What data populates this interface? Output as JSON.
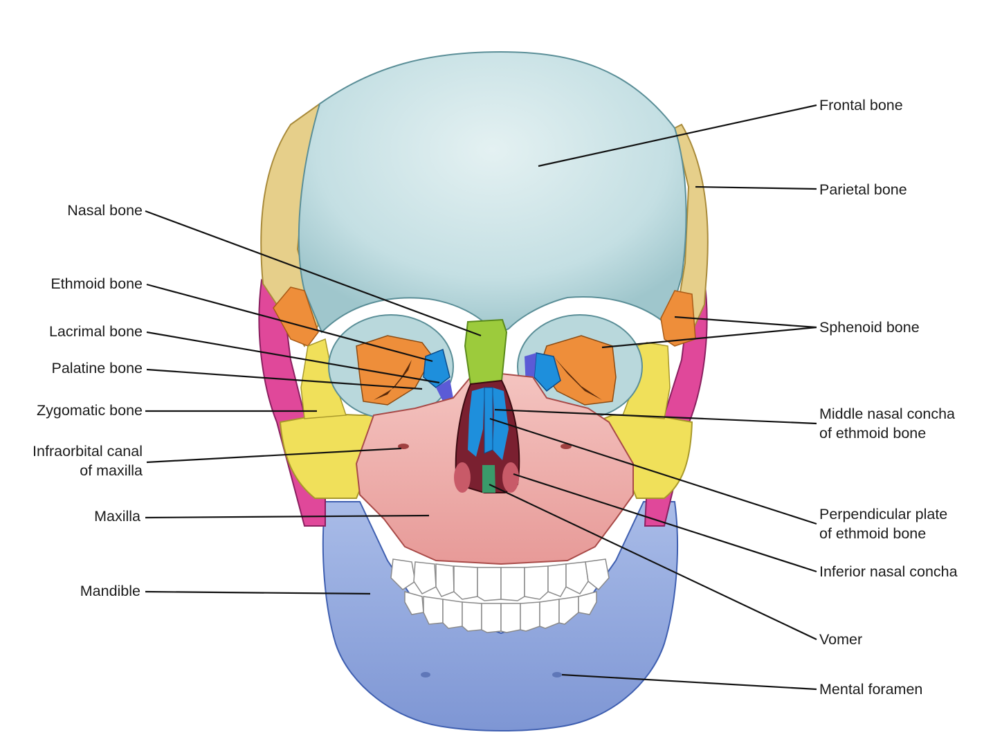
{
  "labels": {
    "nasal_bone": "Nasal bone",
    "ethmoid_bone": "Ethmoid bone",
    "lacrimal_bone": "Lacrimal bone",
    "palatine_bone": "Palatine bone",
    "zygomatic_bone": "Zygomatic bone",
    "infraorbital_canal_line1": "Infraorbital canal",
    "infraorbital_canal_line2": "of maxilla",
    "maxilla": "Maxilla",
    "mandible": "Mandible",
    "frontal_bone": "Frontal bone",
    "parietal_bone": "Parietal bone",
    "sphenoid_bone": "Sphenoid bone",
    "middle_nasal_concha_line1": "Middle nasal concha",
    "middle_nasal_concha_line2": "of ethmoid bone",
    "perpendicular_plate_line1": "Perpendicular plate",
    "perpendicular_plate_line2": "of ethmoid bone",
    "inferior_nasal_concha": "Inferior nasal concha",
    "vomer": "Vomer",
    "mental_foramen": "Mental foramen"
  },
  "colors": {
    "frontal": "#c9e3e6",
    "parietal": "#e6cf8a",
    "sphenoid": "#ee8e3a",
    "temporal": "#e0489a",
    "zygomatic": "#f0e05a",
    "maxilla": "#eeaaa8",
    "nasal": "#9ccb3c",
    "ethmoid": "#1e8fdc",
    "lacrimal": "#5b5bd6",
    "vomer": "#3a9a6a",
    "mandible": "#8fa6dc",
    "teeth": "#ffffff",
    "leader": "#111111"
  }
}
